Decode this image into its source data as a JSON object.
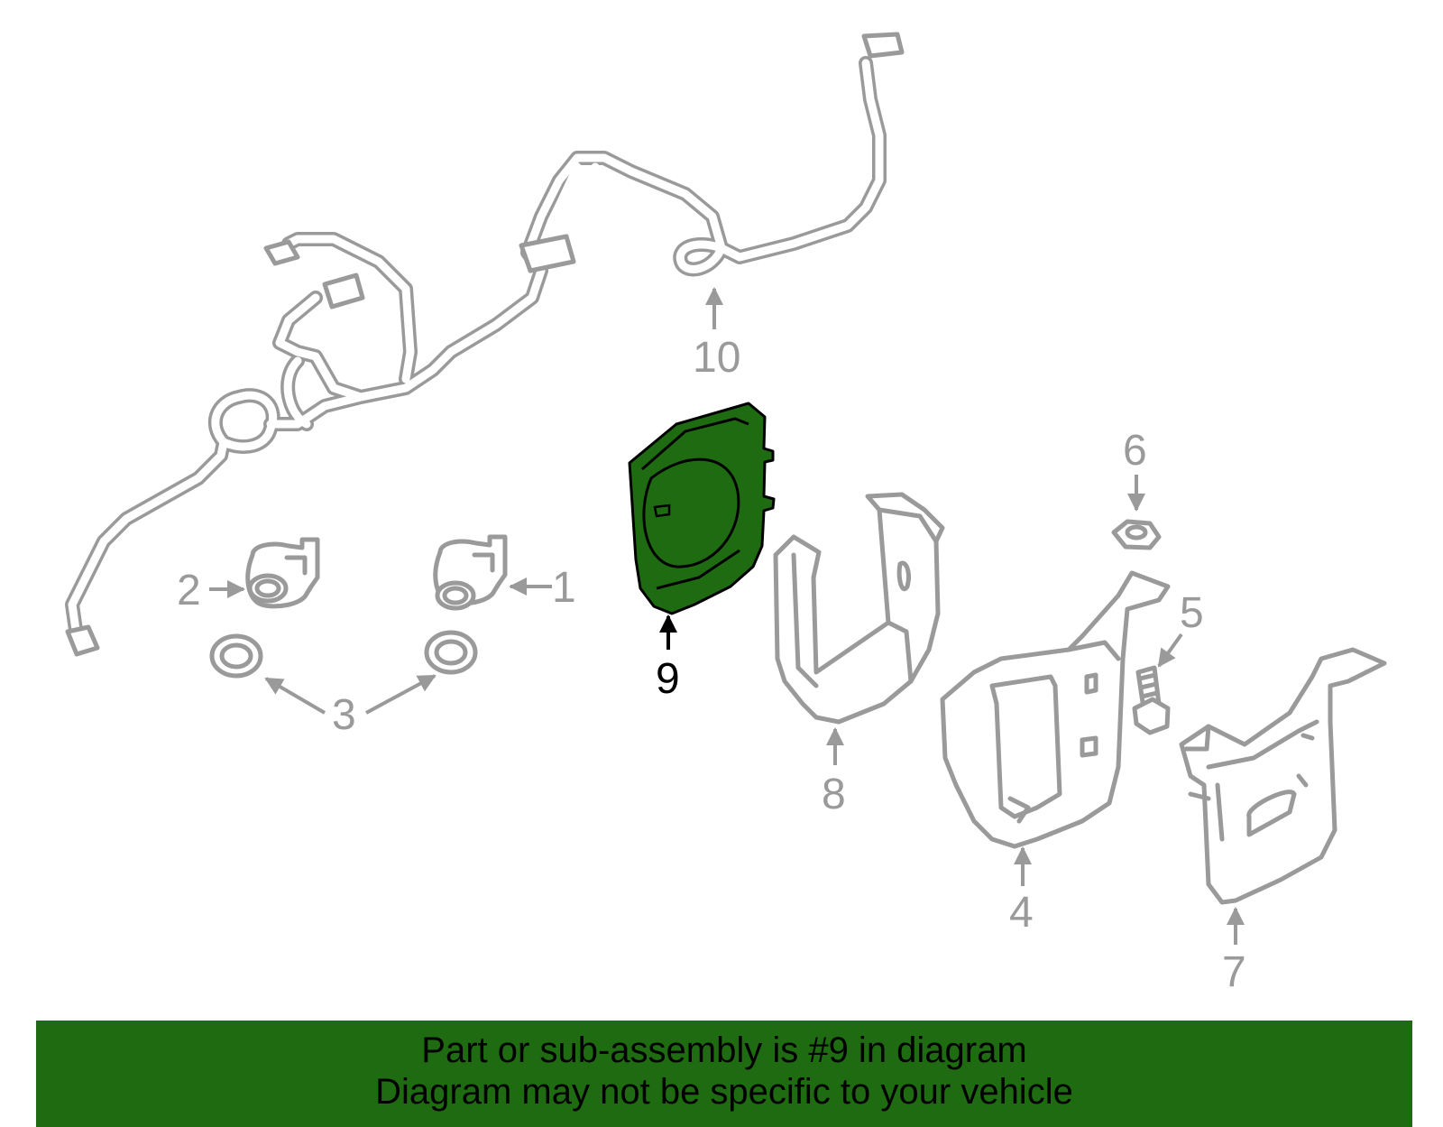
{
  "colors": {
    "highlight": "#1f6b12",
    "part_stroke": "#9a9a9a",
    "banner": "#1f6b12",
    "highlight_text": "#000000"
  },
  "callouts": {
    "c1": "1",
    "c2": "2",
    "c3": "3",
    "c4": "4",
    "c5": "5",
    "c6": "6",
    "c7": "7",
    "c8": "8",
    "c9": "9",
    "c10": "10"
  },
  "highlighted_part": "9",
  "banner": {
    "line1": "Part or sub-assembly is #9 in diagram",
    "line2": "Diagram may not be specific to your vehicle"
  }
}
